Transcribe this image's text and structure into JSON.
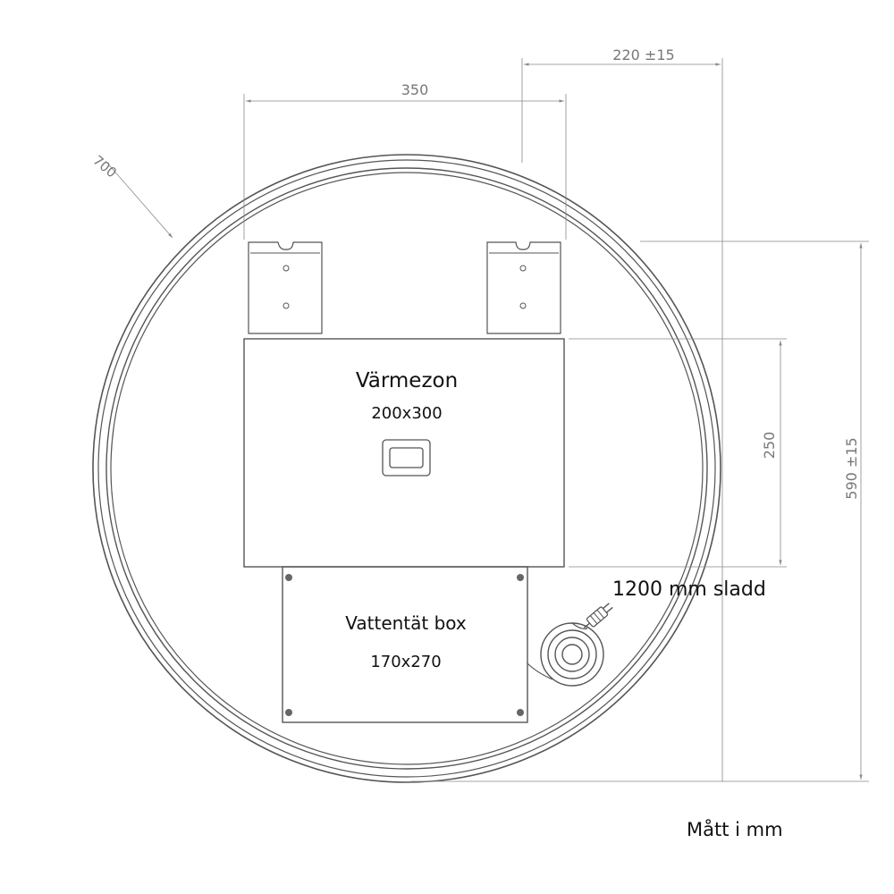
{
  "dimensions": {
    "diameter": "700",
    "bracket_spacing": "350",
    "wall_offset": "220 ±15",
    "overall_height": "590 ±15",
    "heat_zone_height": "250"
  },
  "heat_zone": {
    "title": "Värmezon",
    "size": "200x300"
  },
  "waterproof_box": {
    "title": "Vattentät box",
    "size": "170x270"
  },
  "cable": {
    "label": "1200 mm sladd"
  },
  "units_note": "Mått i mm"
}
